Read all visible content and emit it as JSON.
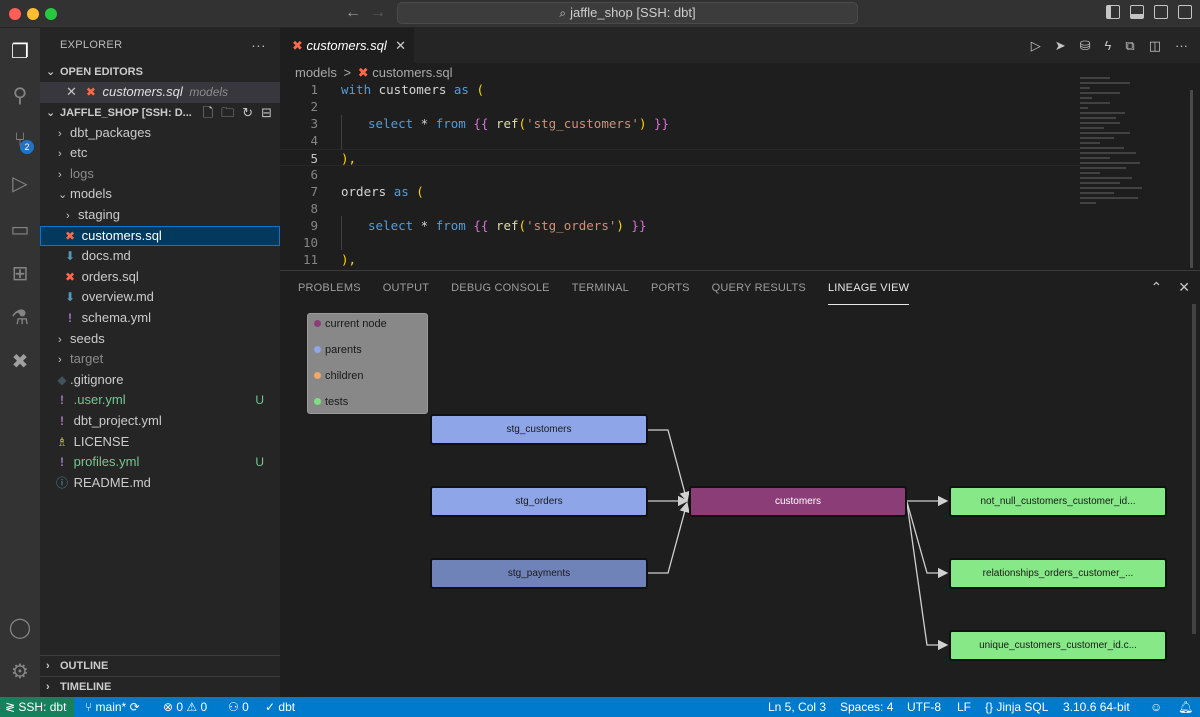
{
  "titlebar": {
    "search": "jaffle_shop [SSH: dbt]",
    "back_glyph": "←",
    "forward_glyph": "→"
  },
  "activity": {
    "scm_badge": "2"
  },
  "explorer": {
    "header": "EXPLORER",
    "more": "···",
    "open_editors_title": "OPEN EDITORS",
    "open_file": "customers.sql",
    "open_file_folder": "models",
    "workspace_title": "JAFFLE_SHOP [SSH: D...",
    "tree": [
      {
        "label": "dbt_packages",
        "kind": "folder"
      },
      {
        "label": "etc",
        "kind": "folder"
      },
      {
        "label": "logs",
        "kind": "folder"
      },
      {
        "label": "models",
        "kind": "folder-open"
      },
      {
        "label": "staging",
        "kind": "folder"
      },
      {
        "label": "customers.sql",
        "kind": "dbt"
      },
      {
        "label": "docs.md",
        "kind": "md"
      },
      {
        "label": "orders.sql",
        "kind": "dbt"
      },
      {
        "label": "overview.md",
        "kind": "md"
      },
      {
        "label": "schema.yml",
        "kind": "yml"
      },
      {
        "label": "seeds",
        "kind": "folder"
      },
      {
        "label": "target",
        "kind": "folder"
      },
      {
        "label": ".gitignore",
        "kind": "git"
      },
      {
        "label": ".user.yml",
        "kind": "yml",
        "git": "U"
      },
      {
        "label": "dbt_project.yml",
        "kind": "yml"
      },
      {
        "label": "LICENSE",
        "kind": "license"
      },
      {
        "label": "profiles.yml",
        "kind": "yml",
        "git": "U"
      },
      {
        "label": "README.md",
        "kind": "info"
      }
    ],
    "outline_title": "OUTLINE",
    "timeline_title": "TIMELINE"
  },
  "editor": {
    "tab_label": "customers.sql",
    "breadcrumb_folder": "models",
    "breadcrumb_sep": ">",
    "breadcrumb_file": "customers.sql",
    "line_numbers": [
      "1",
      "2",
      "3",
      "4",
      "5",
      "6",
      "7",
      "8",
      "9",
      "10",
      "11"
    ],
    "code": {
      "l1_a": "with",
      "l1_b": " customers ",
      "l1_c": "as",
      "l1_d": " (",
      "l3_a": "select",
      "l3_b": " * ",
      "l3_c": "from",
      "l3_d": " {{ ",
      "l3_e": "ref",
      "l3_f": "(",
      "l3_g": "'stg_customers'",
      "l3_h": ")",
      "l3_i": " }}",
      "l5": "),",
      "l7_a": "orders ",
      "l7_b": "as",
      "l7_c": " (",
      "l9_a": "select",
      "l9_b": " * ",
      "l9_c": "from",
      "l9_d": " {{ ",
      "l9_e": "ref",
      "l9_f": "(",
      "l9_g": "'stg_orders'",
      "l9_h": ")",
      "l9_i": " }}",
      "l11": "),"
    }
  },
  "panel": {
    "tabs": [
      "PROBLEMS",
      "OUTPUT",
      "DEBUG CONSOLE",
      "TERMINAL",
      "PORTS",
      "QUERY RESULTS",
      "LINEAGE VIEW"
    ],
    "active_tab": "LINEAGE VIEW",
    "legend": [
      {
        "label": "current node",
        "color": "#8b3d78"
      },
      {
        "label": "parents",
        "color": "#8ea6e8"
      },
      {
        "label": "children",
        "color": "#f0a865"
      },
      {
        "label": "tests",
        "color": "#7fe07f"
      }
    ],
    "nodes": {
      "stg_customers": "stg_customers",
      "stg_orders": "stg_orders",
      "stg_payments": "stg_payments",
      "customers": "customers",
      "test1": "not_null_customers_customer_id...",
      "test2": "relationships_orders_customer_...",
      "test3": "unique_customers_customer_id.c..."
    }
  },
  "status": {
    "remote": "SSH: dbt",
    "branch": "main*",
    "problems": "0",
    "warnings": "0",
    "ports": "0",
    "dbt": "dbt",
    "position": "Ln 5, Col 3",
    "spaces": "Spaces: 4",
    "encoding": "UTF-8",
    "eol": "LF",
    "language": "Jinja SQL",
    "python": "3.10.6 64-bit"
  },
  "colors": {
    "accent": "#007acc",
    "remote": "#16825d",
    "current_node": "#8b3d78",
    "parent_node": "#8ea6e8",
    "test_node": "#86e886"
  }
}
